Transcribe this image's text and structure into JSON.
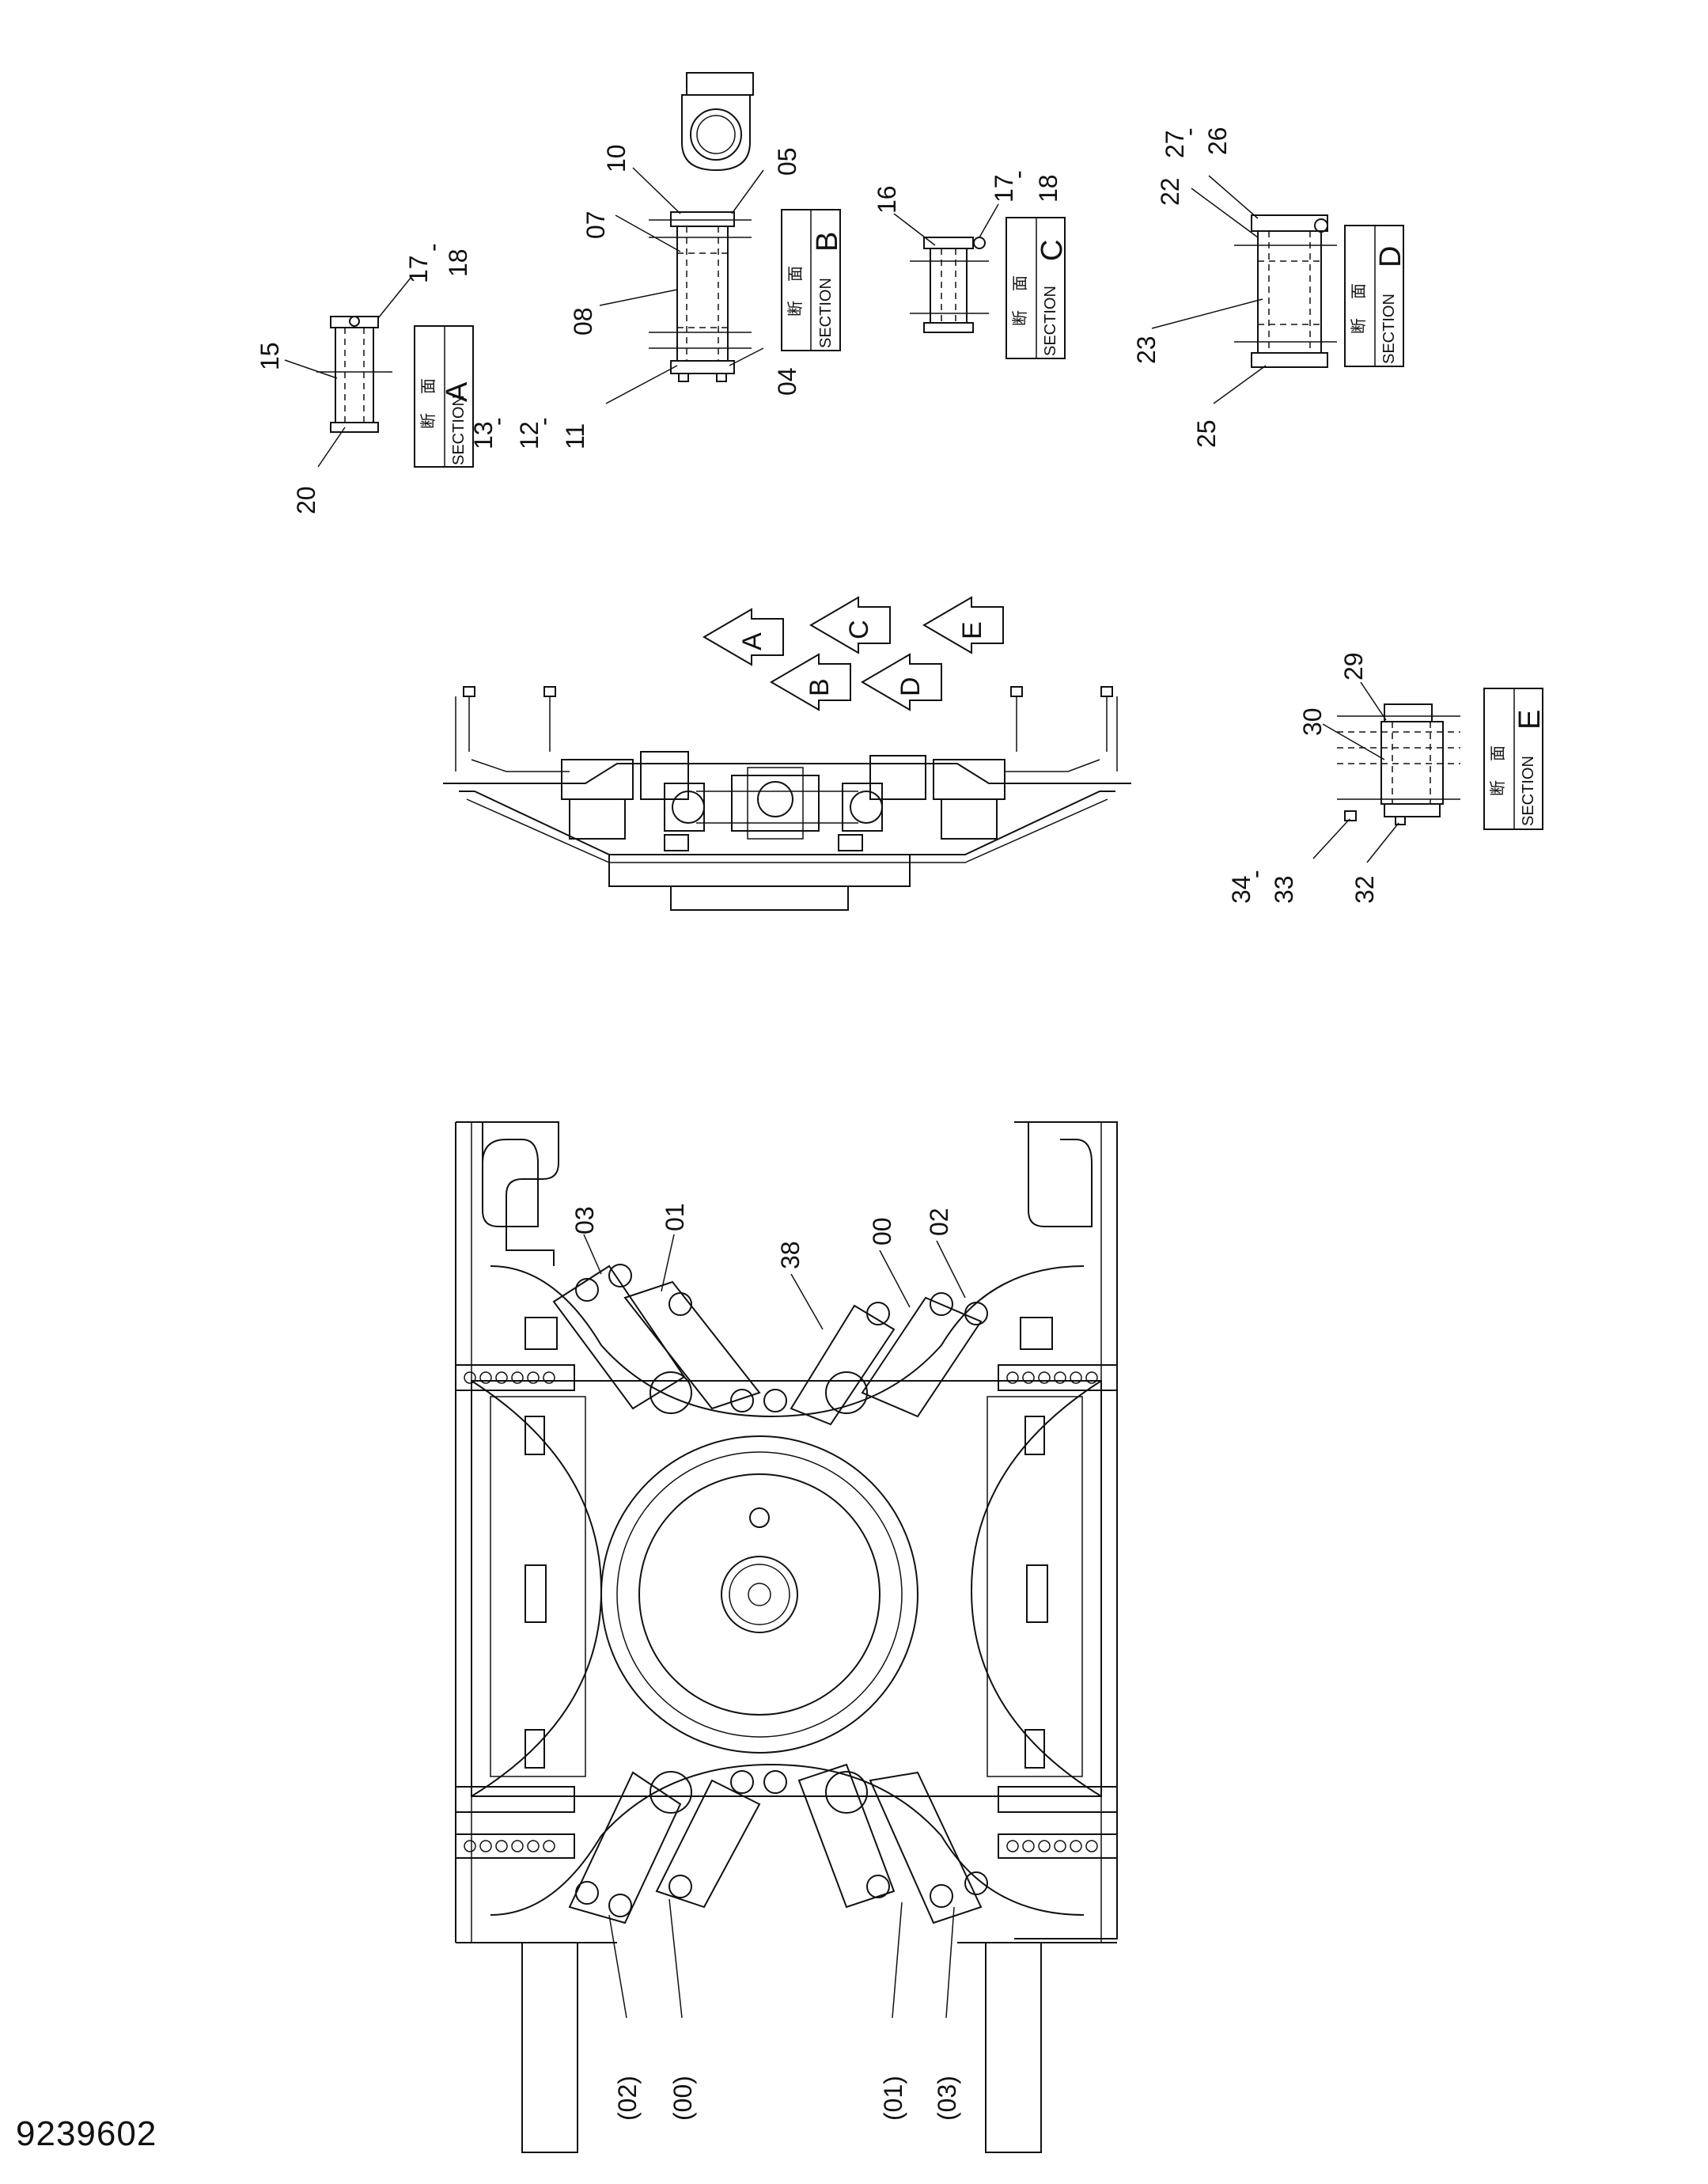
{
  "document_number": "9239602",
  "section_boxes": [
    {
      "id": "A",
      "jp1": "断",
      "jp2": "面",
      "en": "SECTION",
      "letter": "A"
    },
    {
      "id": "B",
      "jp1": "断",
      "jp2": "面",
      "en": "SECTION",
      "letter": "B"
    },
    {
      "id": "C",
      "jp1": "断",
      "jp2": "面",
      "en": "SECTION",
      "letter": "C"
    },
    {
      "id": "D",
      "jp1": "断",
      "jp2": "面",
      "en": "SECTION",
      "letter": "D"
    },
    {
      "id": "E",
      "jp1": "断",
      "jp2": "面",
      "en": "SECTION",
      "letter": "E"
    }
  ],
  "view_arrows": [
    "A",
    "B",
    "C",
    "D",
    "E"
  ],
  "part_labels_sections": {
    "a": [
      "15",
      "17",
      "-",
      "18",
      "20",
      "13",
      "-",
      "12",
      "-",
      "11"
    ],
    "b": [
      "10",
      "05",
      "07",
      "08",
      "04",
      "11"
    ],
    "c": [
      "16",
      "17",
      "-",
      "18"
    ],
    "d": [
      "22",
      "27",
      "-",
      "26",
      "23",
      "25"
    ],
    "e": [
      "29",
      "30",
      "34",
      "-",
      "33",
      "32"
    ]
  },
  "part_labels_main": [
    "03",
    "01",
    "38",
    "00",
    "02",
    "(02)",
    "(00)",
    "(01)",
    "(03)"
  ]
}
